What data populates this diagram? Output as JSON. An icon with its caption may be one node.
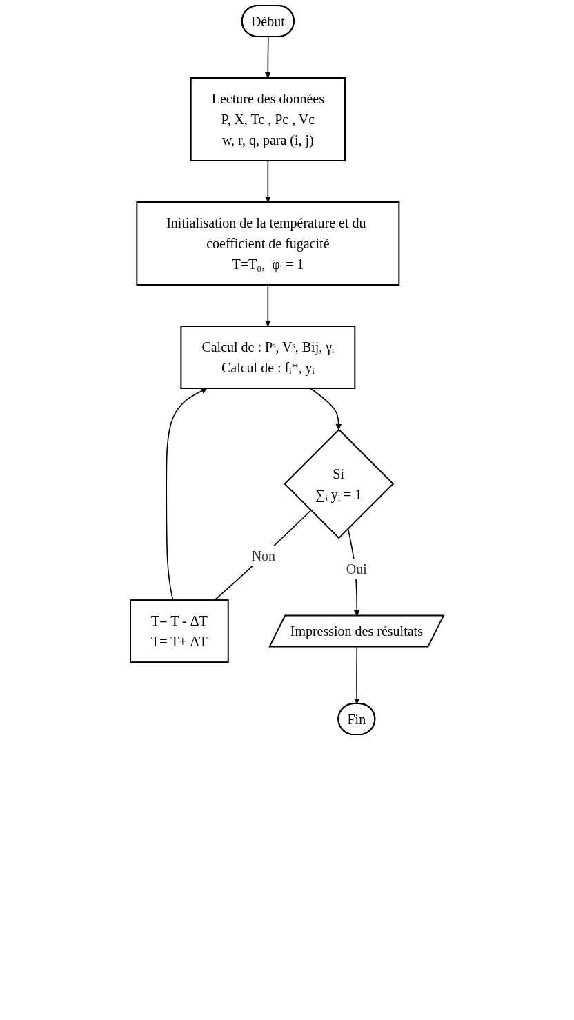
{
  "diagram": {
    "nodes": [
      {
        "text": [
          "Début"
        ]
      },
      {
        "text": [
          "Lecture des données",
          "P, X, Tc , Pc , Vc",
          "w, r, q, para (i, j)"
        ]
      },
      {
        "text": [
          "Initialisation de la température et du coefficient de fugacité",
          "T=T₀,  φᵢ = 1"
        ]
      },
      {
        "text": [
          "Calcul de : Pˢ, Vˢ, Bij, γᵢ",
          "Calcul de : fᵢ*, yᵢ"
        ]
      },
      {
        "text": [
          "Si",
          "∑ᵢ yᵢ = 1"
        ]
      },
      {
        "text": [
          "T= T - ΔT",
          "T= T+ ΔT"
        ]
      },
      {
        "text": [
          "Impression des résultats"
        ]
      },
      {
        "text": [
          "Fin"
        ]
      }
    ],
    "edges": [
      {
        "from": 0,
        "to": 1,
        "arrow": "to"
      },
      {
        "from": 1,
        "to": 2,
        "arrow": "to"
      },
      {
        "from": 2,
        "to": 3,
        "arrow": "to"
      },
      {
        "from": 3,
        "to": 4,
        "arrow": "to"
      },
      {
        "from": 4,
        "to": 5,
        "arrow": "none",
        "label": "Non"
      },
      {
        "from": 5,
        "to": 3,
        "arrow": "to"
      },
      {
        "from": 4,
        "to": 6,
        "arrow": "to",
        "label": "Oui"
      },
      {
        "from": 6,
        "to": 7,
        "arrow": "to"
      }
    ]
  }
}
